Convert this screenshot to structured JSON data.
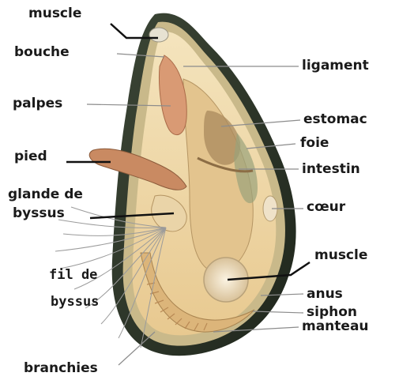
{
  "labels": {
    "muscle_top": "muscle",
    "bouche": "bouche",
    "palpes": "palpes",
    "pied": "pied",
    "glande_line1": "glande de",
    "glande_line2": "byssus",
    "fil_line1": "fil de",
    "fil_line2": "byssus",
    "branchies": "branchies",
    "ligament": "ligament",
    "estomac": "estomac",
    "foie": "foie",
    "intestin": "intestin",
    "coeur": "cœur",
    "muscle_bottom": "muscle",
    "anus": "anus",
    "siphon": "siphon",
    "manteau": "manteau"
  },
  "colors": {
    "shell_outer": "#2f3a2a",
    "shell_rim": "#c9b98a",
    "mantle": "#f0d9a6",
    "inner": "#e9d3a3",
    "palpes": "#d9a07a",
    "pied": "#c98a62",
    "gills": "#e4c490",
    "muscle": "#f1e2c4",
    "leader_line": "#999999",
    "pointer_line": "#111111"
  }
}
